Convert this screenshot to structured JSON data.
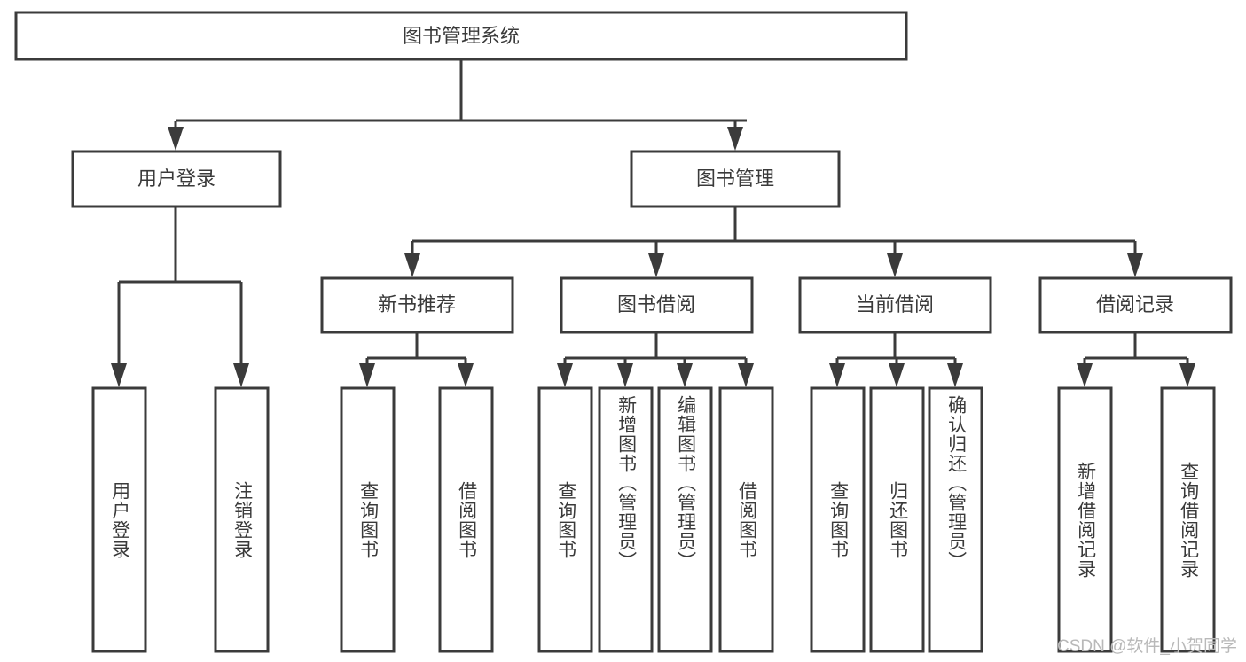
{
  "diagram": {
    "title_node": {
      "label": "图书管理系统"
    },
    "level2": [
      {
        "label": "用户登录"
      },
      {
        "label": "图书管理"
      }
    ],
    "level3": [
      {
        "label": "新书推荐"
      },
      {
        "label": "图书借阅"
      },
      {
        "label": "当前借阅"
      },
      {
        "label": "借阅记录"
      }
    ],
    "leaves": {
      "user_login": [
        {
          "label": "用户登录"
        },
        {
          "label": "注销登录"
        }
      ],
      "new_book_recommend": [
        {
          "label": "查询图书"
        },
        {
          "label": "借阅图书"
        }
      ],
      "book_borrow": [
        {
          "label": "查询图书"
        },
        {
          "label": "新增图书（管理员）"
        },
        {
          "label": "编辑图书（管理员）"
        },
        {
          "label": "借阅图书"
        }
      ],
      "current_borrow": [
        {
          "label": "查询图书"
        },
        {
          "label": "归还图书"
        },
        {
          "label": "确认归还（管理员）"
        }
      ],
      "borrow_record": [
        {
          "label": "新增借阅记录"
        },
        {
          "label": "查询借阅记录"
        }
      ]
    }
  },
  "watermark": {
    "text": "CSDN @软件_小贺同学"
  },
  "colors": {
    "stroke": "#3b3b3b",
    "text": "#3a3a3a",
    "background": "#ffffff",
    "watermark": "#b9b9b9"
  }
}
